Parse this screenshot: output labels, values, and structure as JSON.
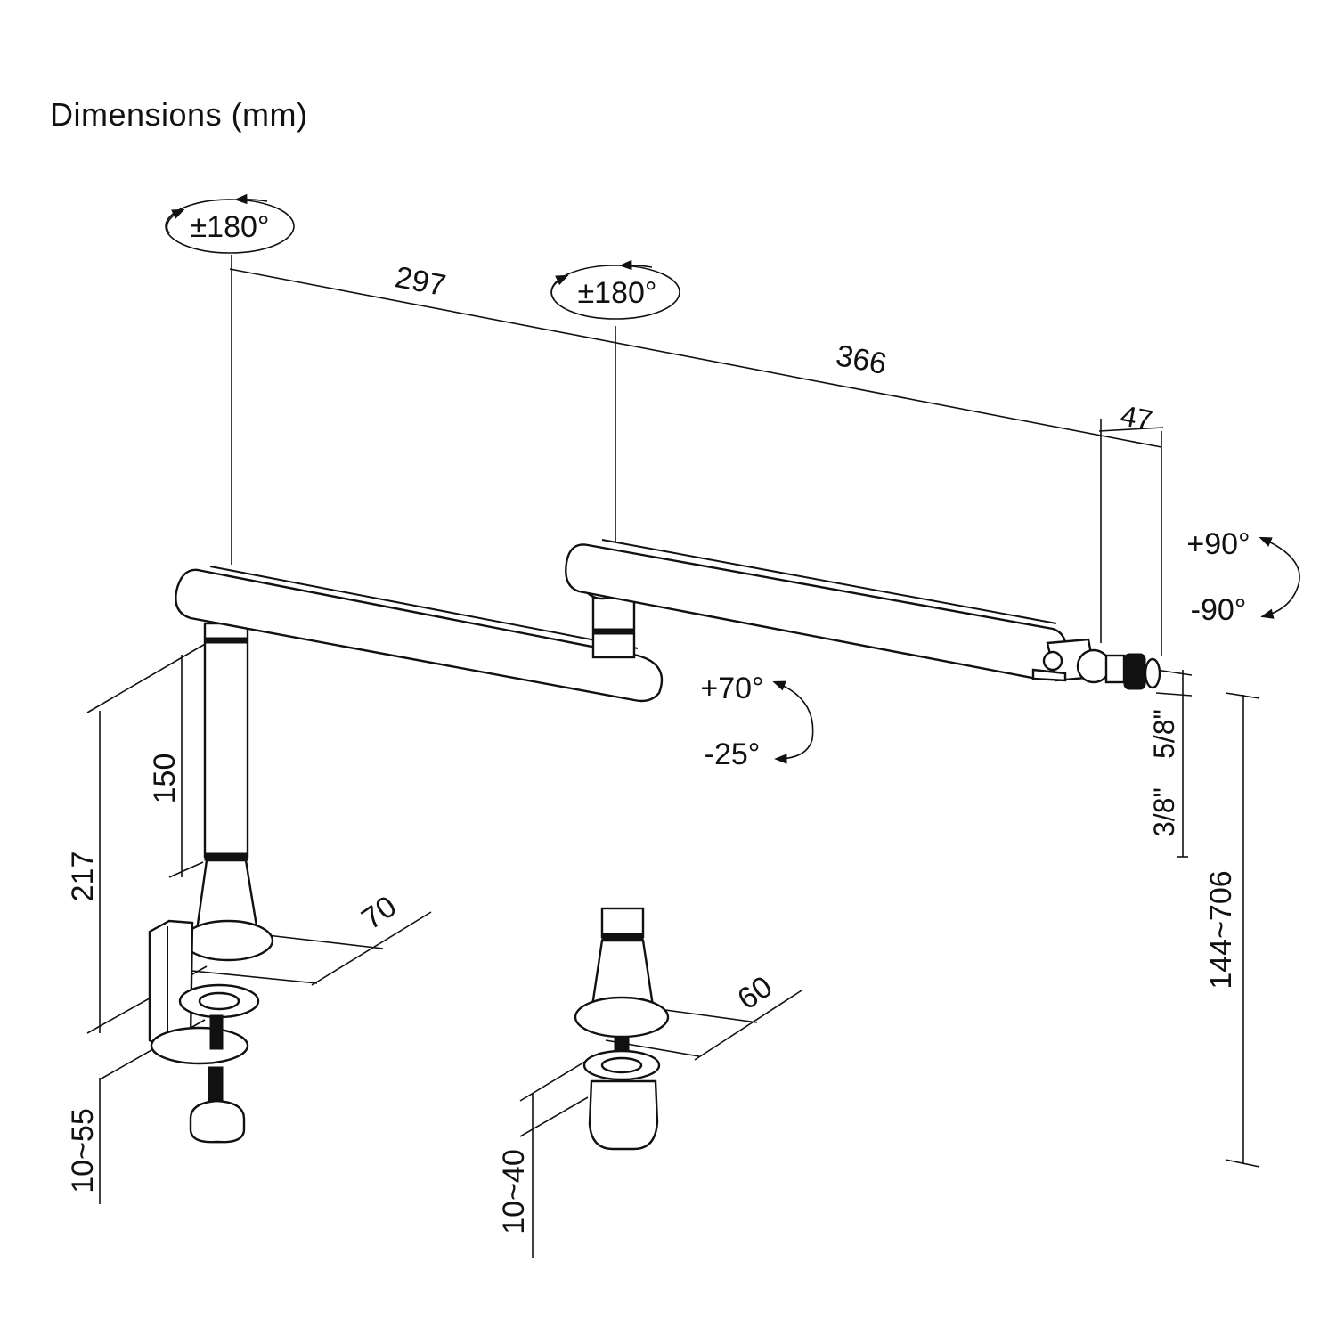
{
  "title": "Dimensions (mm)",
  "colors": {
    "line": "#111111",
    "background": "#ffffff"
  },
  "rotation_labels": {
    "base_swivel": "±180°",
    "elbow_swivel": "±180°",
    "arm_tilt_up": "+70°",
    "arm_tilt_down": "-25°",
    "head_tilt_up": "+90°",
    "head_tilt_down": "-90°"
  },
  "dimensions": {
    "lower_arm_length": "297",
    "upper_arm_length": "366",
    "head_offset": "47",
    "pole_height": "150",
    "base_height": "217",
    "clamp_width": "70",
    "grommet_width": "60",
    "clamp_range": "10~55",
    "grommet_range": "10~40",
    "thread_large": "5/8\"",
    "thread_small": "3/8\"",
    "height_range": "144~706"
  }
}
